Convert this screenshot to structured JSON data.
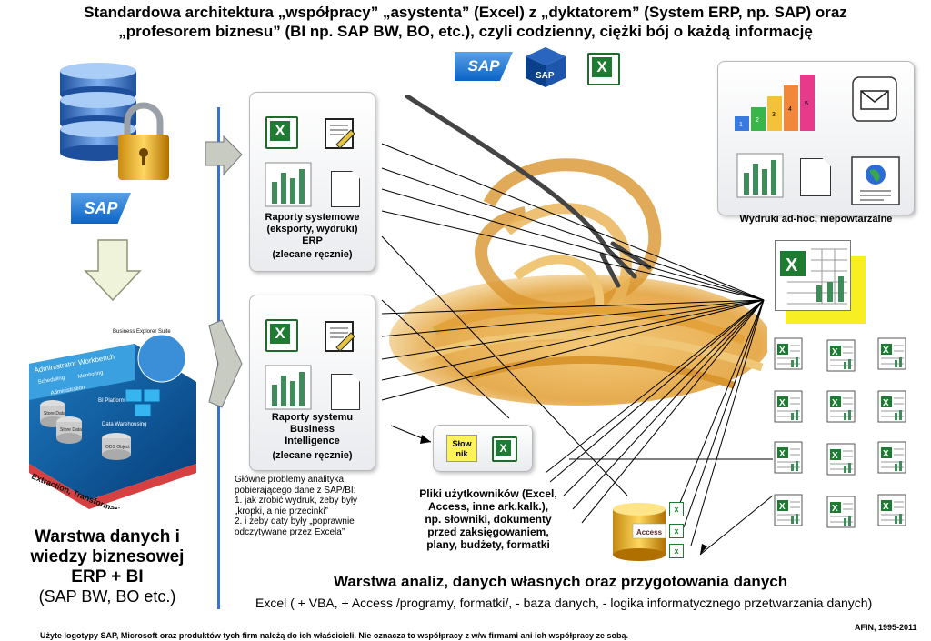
{
  "title": {
    "line1": "Standardowa architektura „współpracy” „asystenta” (Excel) z „dyktatorem” (System ERP, np. SAP) oraz",
    "line2": "„profesorem biznesu” (BI np. SAP BW, BO, etc.), czyli codzienny, ciężki bój o każdą informację"
  },
  "logos": {
    "sap": "SAP",
    "sap_cube": "SAP"
  },
  "left": {
    "sap_logo": "SAP",
    "bo_screen": {
      "header": "Business Explorer Suite",
      "workbench": "Administrator Workbench",
      "items": [
        "Scheduling",
        "Monitoring",
        "Administration"
      ],
      "bi_platform": "BI Platform",
      "data_warehousing": "Data Warehousing",
      "store1": "Store Data",
      "store2": "Store Data",
      "ods": "ODS Object",
      "etl": "Extraction, Transformation & Loading"
    },
    "layer_title": [
      "Warstwa danych i",
      "wiedzy biznesowej",
      "ERP + BI"
    ],
    "layer_sub": "(SAP BW, BO etc.)"
  },
  "reports_erp": [
    "Raporty systemowe",
    "(eksporty, wydruki)",
    "ERP",
    "(zlecane ręcznie)"
  ],
  "reports_bi": [
    "Raporty systemu",
    "Business",
    "Intelligence",
    "(zlecane ręcznie)"
  ],
  "problems_note": [
    "Główne problemy analityka,",
    "pobierającego dane z SAP/BI:",
    "1. jak zrobić wydruk, żeby były",
    "„kropki, a nie przecinki”",
    "2. i żeby daty były „poprawnie",
    "odczytywane przez Excela”"
  ],
  "slownik": [
    "Słow",
    "nik"
  ],
  "user_files": [
    "Pliki użytkowników (Excel,",
    "Access, inne ark.kalk.),",
    "np. słowniki, dokumenty",
    "przed zaksięgowaniem,",
    "plany, budżety, formatki"
  ],
  "adhoc": {
    "label": "Wydruki ad-hoc, niepowtarzalne",
    "steps": [
      "1",
      "2",
      "3",
      "4",
      "5"
    ]
  },
  "access_label": "Access",
  "analysis_title": "Warstwa analiz, danych własnych oraz przygotowania danych",
  "analysis_sub": "Excel ( + VBA, + Access /programy, formatki/, - baza danych, - logika informatycznego przetwarzania danych)",
  "copyright": "AFIN, 1995-2011",
  "footer": "Użyte logotypy SAP, Microsoft oraz produktów tych firm należą do ich właścicieli. Nie oznacza to współpracy z w/w firmami ani ich współpracy ze sobą.",
  "colors": {
    "excel_green": "#1d7b32",
    "sap_blue": "#0a64c8",
    "divider": "#3a6fd8",
    "pasta": "#e9b04a"
  }
}
